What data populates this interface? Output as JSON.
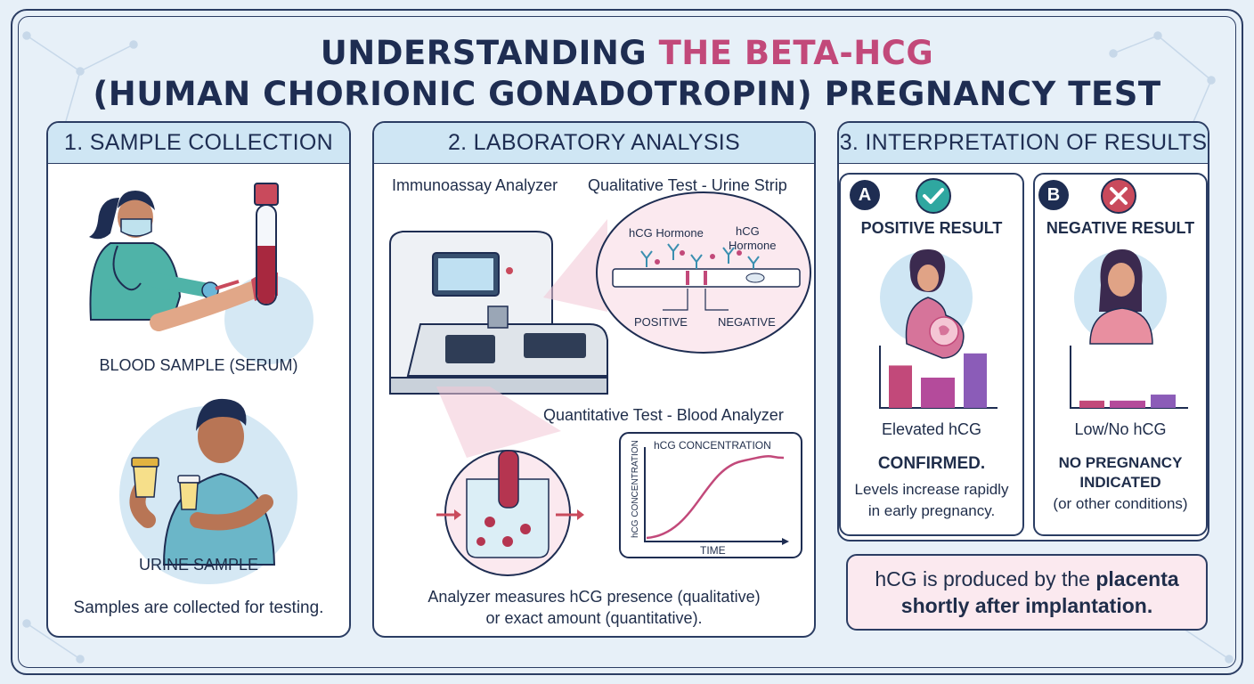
{
  "title": {
    "line1_plain": "UNDERSTANDING ",
    "line1_accent": "THE BETA-HCG",
    "line2": "(HUMAN CHORIONIC GONADOTROPIN) PREGNANCY TEST"
  },
  "panel1": {
    "header": "1. SAMPLE COLLECTION",
    "blood_label": "BLOOD SAMPLE (SERUM)",
    "urine_label": "URINE SAMPLE",
    "footer": "Samples are collected for testing."
  },
  "panel2": {
    "header": "2. LABORATORY ANALYSIS",
    "analyzer_label": "Immunoassay Analyzer",
    "qualitative_label": "Qualitative Test - Urine Strip",
    "hormone_label_1": "hCG Hormone",
    "hormone_label_2a": "hCG",
    "hormone_label_2b": "Hormone",
    "strip_positive": "POSITIVE",
    "strip_negative": "NEGATIVE",
    "quantitative_label": "Quantitative Test - Blood Analyzer",
    "graph_title": "hCG CONCENTRATION",
    "graph_ylabel": "hCG CONCENTRATION",
    "graph_xlabel": "TIME",
    "footer_line1": "Analyzer measures hCG presence (qualitative)",
    "footer_line2": "or exact amount (quantitative)."
  },
  "panel3": {
    "header": "3. INTERPRETATION OF RESULTS",
    "positive": {
      "badge": "A",
      "title": "POSITIVE RESULT",
      "bar_label": "Elevated hCG",
      "conclusion": "CONFIRMED.",
      "detail_line1": "Levels increase rapidly",
      "detail_line2": "in early pregnancy.",
      "bars": [
        0.7,
        0.5,
        0.9
      ]
    },
    "negative": {
      "badge": "B",
      "title": "NEGATIVE RESULT",
      "bar_label": "Low/No hCG",
      "conclusion_line1": "NO PREGNANCY",
      "conclusion_line2": "INDICATED",
      "detail": "(or other conditions)",
      "bars": [
        0.12,
        0.12,
        0.22
      ]
    },
    "note_line1_plain": "hCG is produced by the ",
    "note_line1_bold": "placenta",
    "note_line2": "shortly after implantation."
  },
  "colors": {
    "navy": "#1e2d52",
    "accent_pink": "#c2497a",
    "header_blue": "#cfe6f4",
    "positive_green": "#2fa7a0",
    "negative_red": "#c94a5c",
    "bar_pink": "#c2497a",
    "bar_magenta": "#b44b9b",
    "bar_purple": "#8b5cb8"
  },
  "icons": {
    "check": "check-circle-icon",
    "cross": "x-circle-icon"
  }
}
